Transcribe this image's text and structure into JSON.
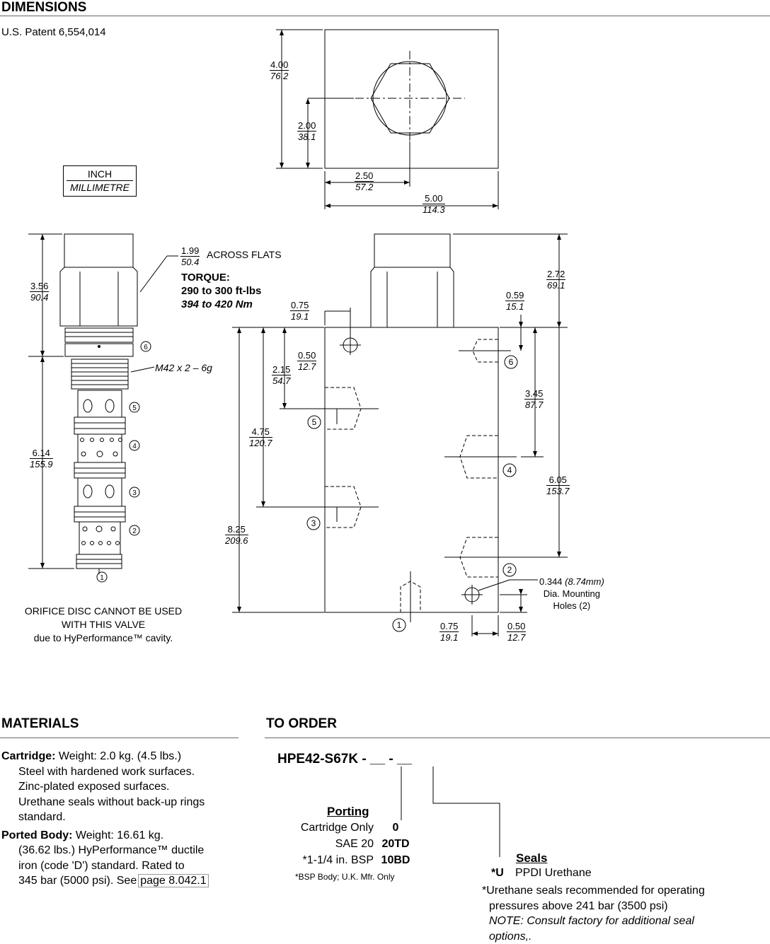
{
  "header": {
    "title": "DIMENSIONS",
    "patent": "U.S. Patent 6,554,014"
  },
  "legend": {
    "top": "INCH",
    "bottom": "MILLIMETRE"
  },
  "top_view": {
    "height": {
      "in": "4.00",
      "mm": "76.2"
    },
    "half_height": {
      "in": "2.00",
      "mm": "38.1"
    },
    "half_width": {
      "in": "2.50",
      "mm": "57.2"
    },
    "width": {
      "in": "5.00",
      "mm": "114.3"
    }
  },
  "cartridge": {
    "flats": {
      "in": "1.99",
      "mm": "50.4",
      "label": "ACROSS FLATS"
    },
    "torque_title": "TORQUE:",
    "torque_ft": "290 to 300 ft-lbs",
    "torque_nm": "394 to 420 Nm",
    "hex_height": {
      "in": "3.56",
      "mm": "90.4"
    },
    "body_length": {
      "in": "6.14",
      "mm": "155.9"
    },
    "thread": "M42 x 2 – 6g",
    "ports": [
      "6",
      "5",
      "4",
      "3",
      "2",
      "1"
    ]
  },
  "body_view": {
    "d075_top": {
      "in": "0.75",
      "mm": "19.1"
    },
    "d050_top": {
      "in": "0.50",
      "mm": "12.7"
    },
    "d215": {
      "in": "2.15",
      "mm": "54.7"
    },
    "d475": {
      "in": "4.75",
      "mm": "120.7"
    },
    "d825": {
      "in": "8.25",
      "mm": "209.6"
    },
    "d272": {
      "in": "2.72",
      "mm": "69.1"
    },
    "d059": {
      "in": "0.59",
      "mm": "15.1"
    },
    "d345": {
      "in": "3.45",
      "mm": "87.7"
    },
    "d605": {
      "in": "6.05",
      "mm": "153.7"
    },
    "d075_bot": {
      "in": "0.75",
      "mm": "19.1"
    },
    "d050_bot": {
      "in": "0.50",
      "mm": "12.7"
    },
    "hole_size": "0.344",
    "hole_mm": "(8.74mm)",
    "hole_label1": "Dia. Mounting",
    "hole_label2": "Holes (2)",
    "ports": [
      "6",
      "5",
      "4",
      "3",
      "2",
      "1"
    ]
  },
  "orifice_note": [
    "ORIFICE DISC CANNOT BE USED",
    "WITH THIS VALVE",
    "due to HyPerformance™ cavity."
  ],
  "materials": {
    "title": "MATERIALS",
    "cartridge_label": "Cartridge:",
    "cartridge_text": "Weight: 2.0 kg. (4.5 lbs.)",
    "cartridge_lines": [
      "Steel with hardened work surfaces.",
      "Zinc-plated exposed surfaces.",
      "Urethane seals without back-up rings",
      "standard."
    ],
    "body_label": "Ported Body:",
    "body_text": "Weight: 16.61 kg.",
    "body_lines": [
      "(36.62 lbs.) HyPerformance™ ductile",
      "iron (code 'D') standard.  Rated to"
    ],
    "body_last": "345 bar (5000 psi). See",
    "page_link": "page 8.042.1"
  },
  "order": {
    "title": "TO ORDER",
    "model": "HPE42-S67K - __ - __",
    "porting_title": "Porting",
    "porting": [
      {
        "label": "Cartridge Only",
        "code": "0"
      },
      {
        "label": "SAE 20",
        "code": "20TD"
      },
      {
        "label": "*1-1/4 in. BSP",
        "code": "10BD"
      }
    ],
    "porting_note": "*BSP Body; U.K. Mfr. Only",
    "seals_title": "Seals",
    "seal_code": "*U",
    "seal_label": "PPDI Urethane",
    "seal_note1": "*Urethane seals recommended for operating",
    "seal_note2": "pressures above 241 bar (3500 psi)",
    "note1": "NOTE:  Consult factory for additional seal",
    "note2": "options,."
  }
}
